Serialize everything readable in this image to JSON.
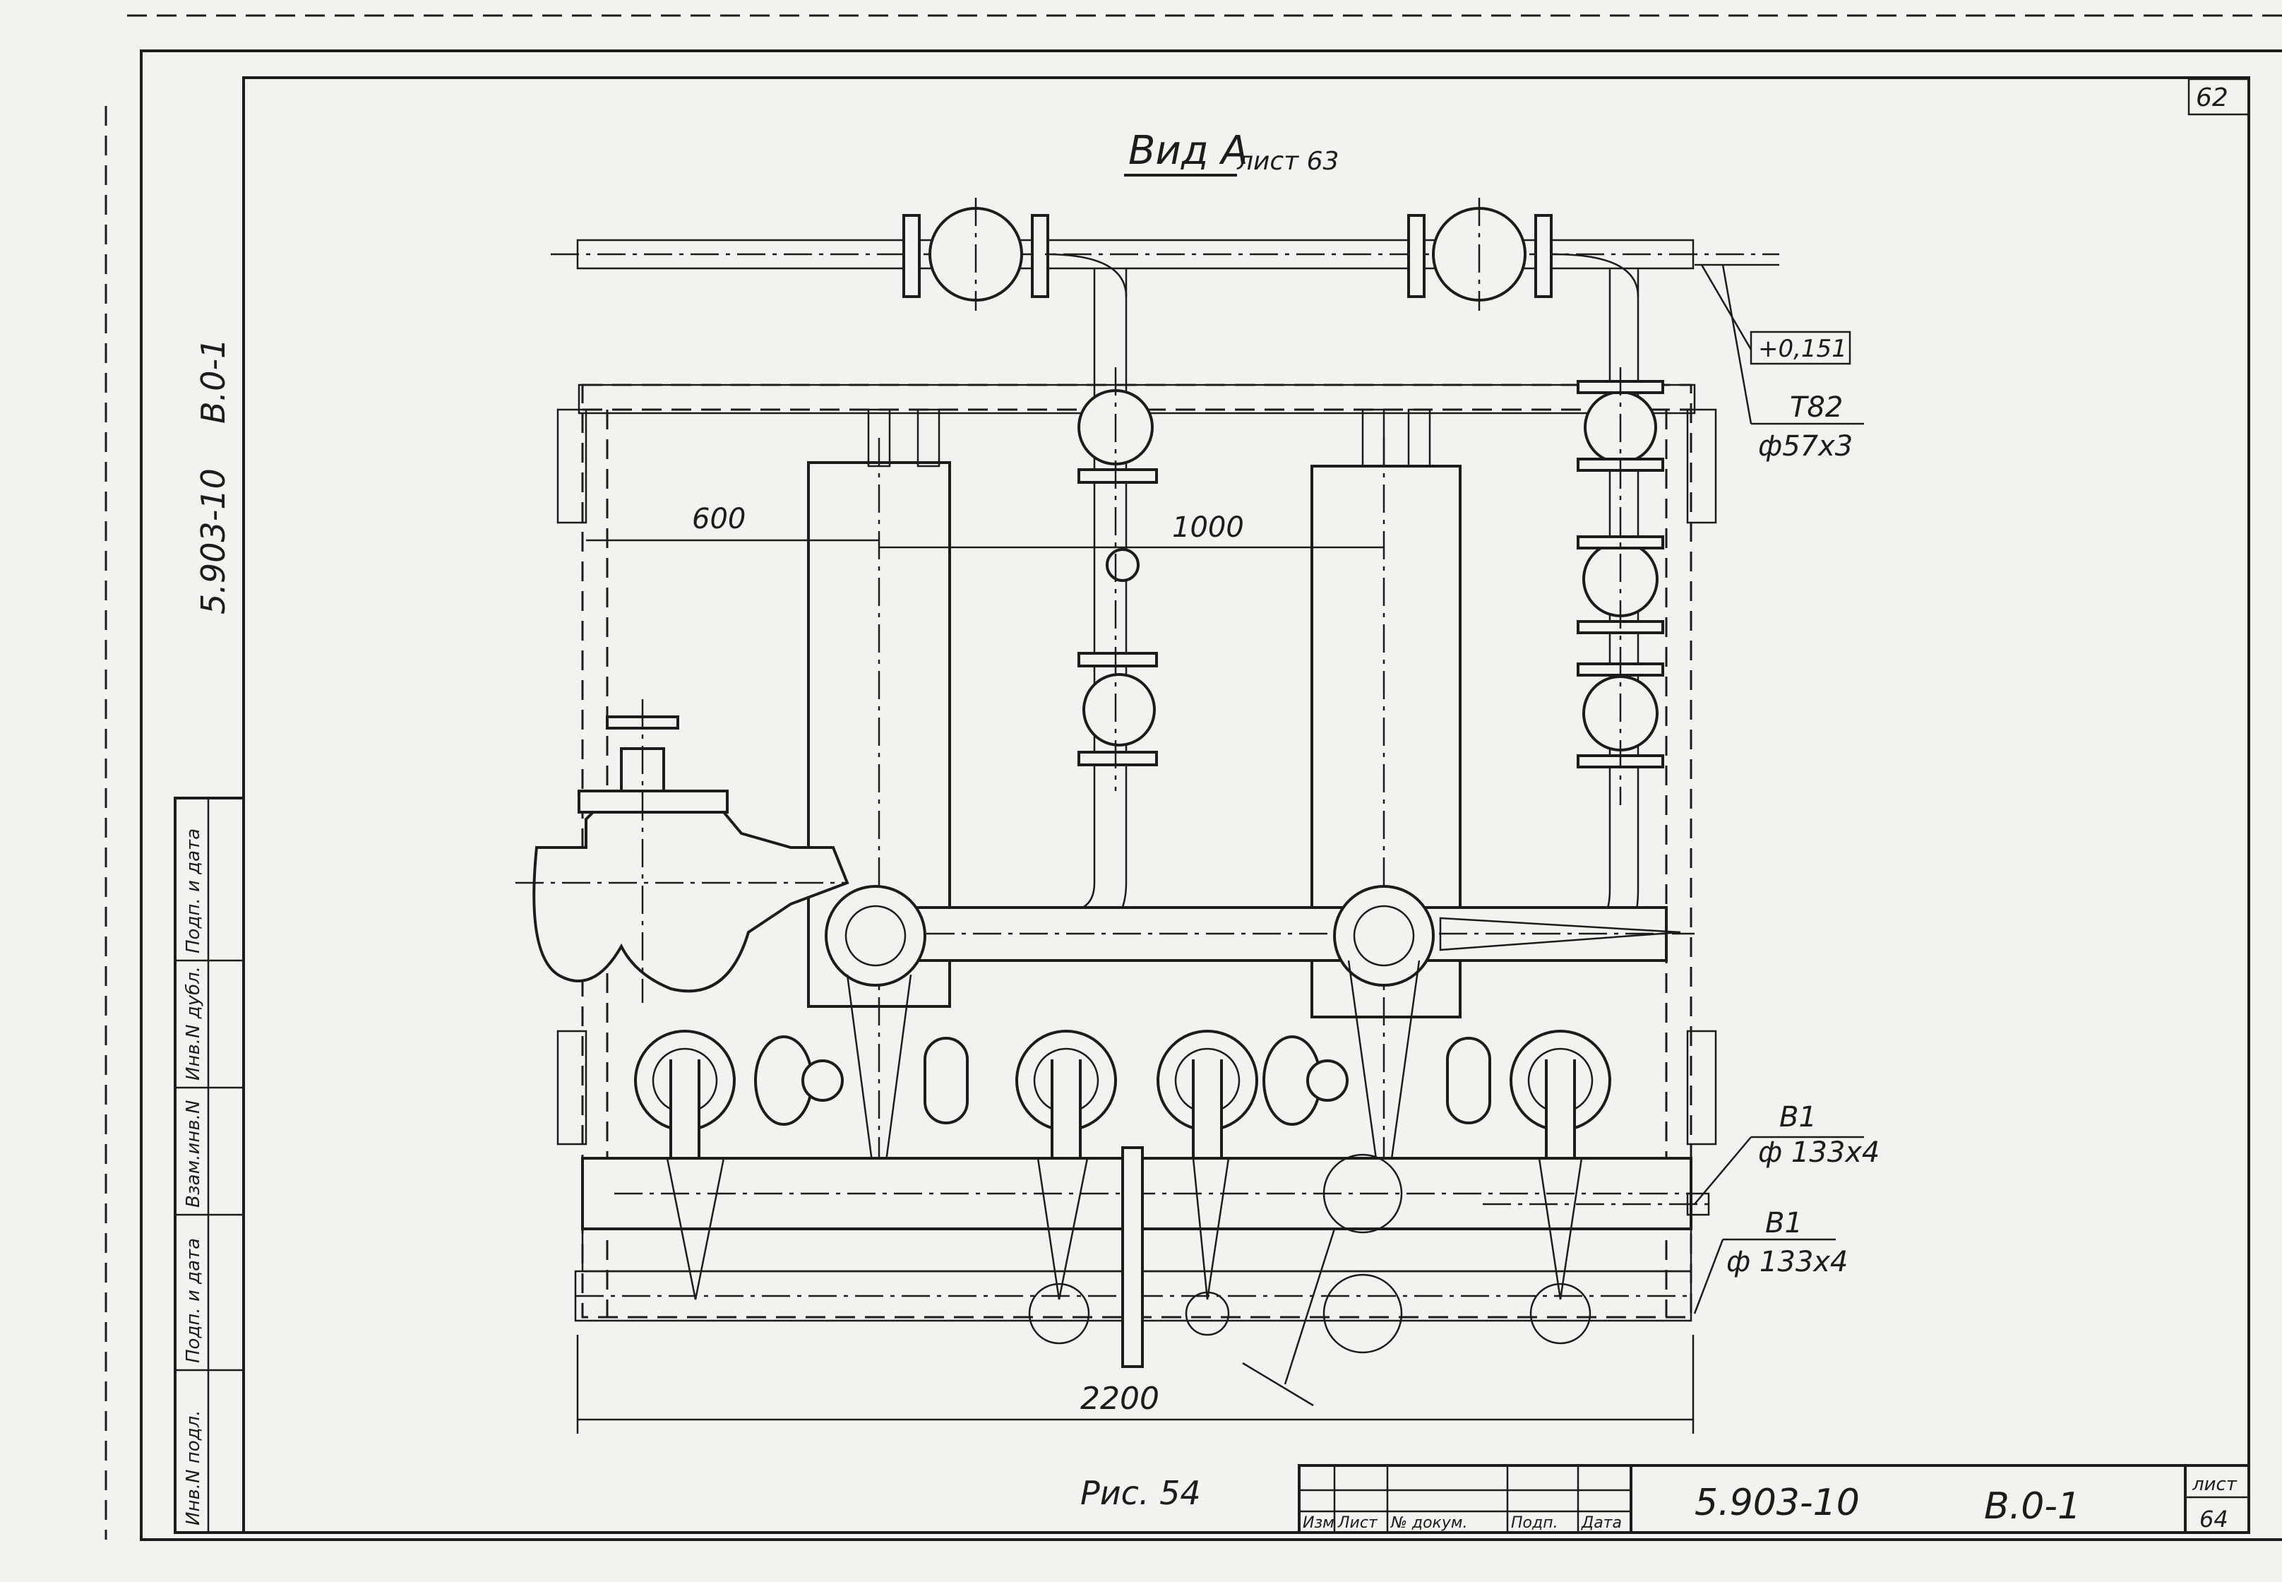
{
  "sheet_corner_number": "62",
  "view": {
    "title": "Вид А",
    "reference": "лист 63"
  },
  "side_codes": {
    "code": "5.903-10",
    "sheet_code": "В.0-1"
  },
  "side_stamp_fields": [
    "Инв.N подл.",
    "Подп. и дата",
    "Взам.инв.N",
    "Инв.N дубл.",
    "Подп. и дата"
  ],
  "annotations": {
    "elevation": "+0,151",
    "tv2_label": "Т82",
    "tv2_size": "ф57х3",
    "b1_label_upper": "В1",
    "b1_size_upper": "ф 133х4",
    "b1_label_lower": "В1",
    "b1_size_lower": "ф 133х4"
  },
  "dimensions": {
    "d600": "600",
    "d1000": "1000",
    "d2200": "2200"
  },
  "figure_caption": "Рис. 54",
  "title_block": {
    "headers": [
      "Изм",
      "Лист",
      "№ докум.",
      "Подп.",
      "Дата"
    ],
    "code": "5.903-10",
    "sheet_code": "В.0-1",
    "sheet_label": "лист",
    "sheet_number": "64"
  }
}
